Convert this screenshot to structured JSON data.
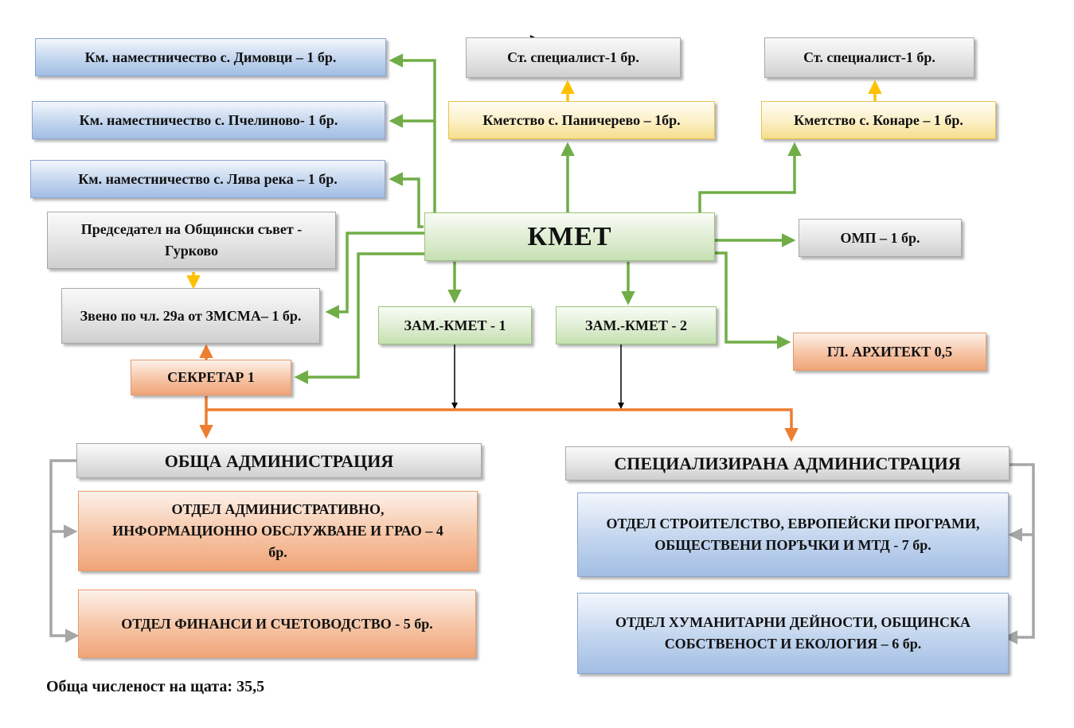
{
  "kmet": "КМЕТ",
  "left_deputies": [
    "Км. наместничество с. Димовци – 1 бр.",
    "Км. наместничество с. Пчелиново- 1 бр.",
    "Км. наместничество с. Лява река – 1 бр."
  ],
  "chairman": "Председател на Общински съвет - Гурково",
  "zvено": "Звено по чл. 29а от ЗМСМА– 1 бр.",
  "secretary": "СЕКРЕТАР 1",
  "mayoralties": [
    {
      "name": "Кметство с. Паничерево – 1бр.",
      "specialist": "Ст. специалист-1 бр."
    },
    {
      "name": "Кметство с. Конаре – 1 бр.",
      "specialist": "Ст. специалист-1 бр."
    }
  ],
  "omp": "ОМП – 1 бр.",
  "deputy_mayors": [
    "ЗАМ.-КМЕТ - 1",
    "ЗАМ.-КМЕТ - 2"
  ],
  "architect": "ГЛ. АРХИТЕКТ 0,5",
  "general_admin": {
    "title": "ОБЩА АДМИНИСТРАЦИЯ",
    "departments": [
      "ОТДЕЛ АДМИНИСТРАТИВНО, ИНФОРМАЦИОННО ОБСЛУЖВАНЕ И ГРАО – 4 бр.",
      "ОТДЕЛ ФИНАНСИ И СЧЕТОВОДСТВО - 5 бр."
    ]
  },
  "specialized_admin": {
    "title": "СПЕЦИАЛИЗИРАНА АДМИНИСТРАЦИЯ",
    "departments": [
      "ОТДЕЛ СТРОИТЕЛСТВО, ЕВРОПЕЙСКИ ПРОГРАМИ, ОБЩЕСТВЕНИ ПОРЪЧКИ И МТД - 7 бр.",
      "ОТДЕЛ ХУМАНИТАРНИ ДЕЙНОСТИ, ОБЩИНСКА СОБСТВЕНОСТ И ЕКОЛОГИЯ – 6 бр."
    ]
  },
  "total_staff": "Обща численост на щата: 35,5",
  "colors": {
    "green_line": "#70ad47",
    "yellow_line": "#ffc000",
    "orange_line": "#ed7d31",
    "gray_line": "#a6a6a6",
    "black_line": "#000000"
  }
}
